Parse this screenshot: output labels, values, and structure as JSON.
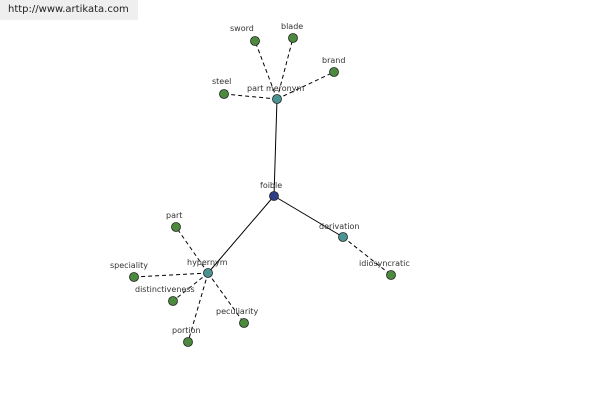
{
  "banner": {
    "url": "http://www.artikata.com"
  },
  "colors": {
    "root": "#2f3d86",
    "relation": "#4a9494",
    "leaf": "#4c8a3e",
    "edge": "#000000",
    "node_stroke": "#222222"
  },
  "graph": {
    "root": "foible",
    "relations": [
      {
        "id": "part-meronym",
        "label": "part meronym",
        "leaves": [
          "sword",
          "blade",
          "brand",
          "steel"
        ]
      },
      {
        "id": "hypernym",
        "label": "hypernym",
        "leaves": [
          "part",
          "speciality",
          "distinctiveness",
          "peculiarity",
          "portion"
        ]
      },
      {
        "id": "derivation",
        "label": "derivation",
        "leaves": [
          "idiosyncratic"
        ]
      }
    ]
  }
}
